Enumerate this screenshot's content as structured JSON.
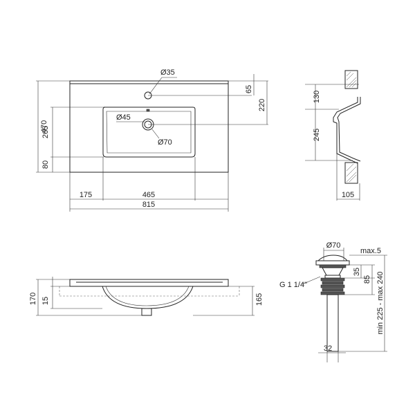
{
  "top_view": {
    "width_total": "815",
    "width_left": "175",
    "width_basin": "465",
    "height_total": "470",
    "height_basin": "265",
    "height_front": "80",
    "tap_hole": "Ø35",
    "tap_offset": "65",
    "drain_offset": "220",
    "drain_inner": "Ø45",
    "drain_outer": "Ø70"
  },
  "side_section": {
    "upper": "130",
    "lower": "245",
    "depth": "105"
  },
  "front_view": {
    "height_total": "170",
    "rim": "15",
    "bowl": "165"
  },
  "drain_valve": {
    "cap": "Ø70",
    "cap_height": "max.5",
    "thread": "G 1 1/4\"",
    "body_35": "35",
    "body_85": "85",
    "length_range": "min 225 - max 240",
    "pipe": "32"
  }
}
